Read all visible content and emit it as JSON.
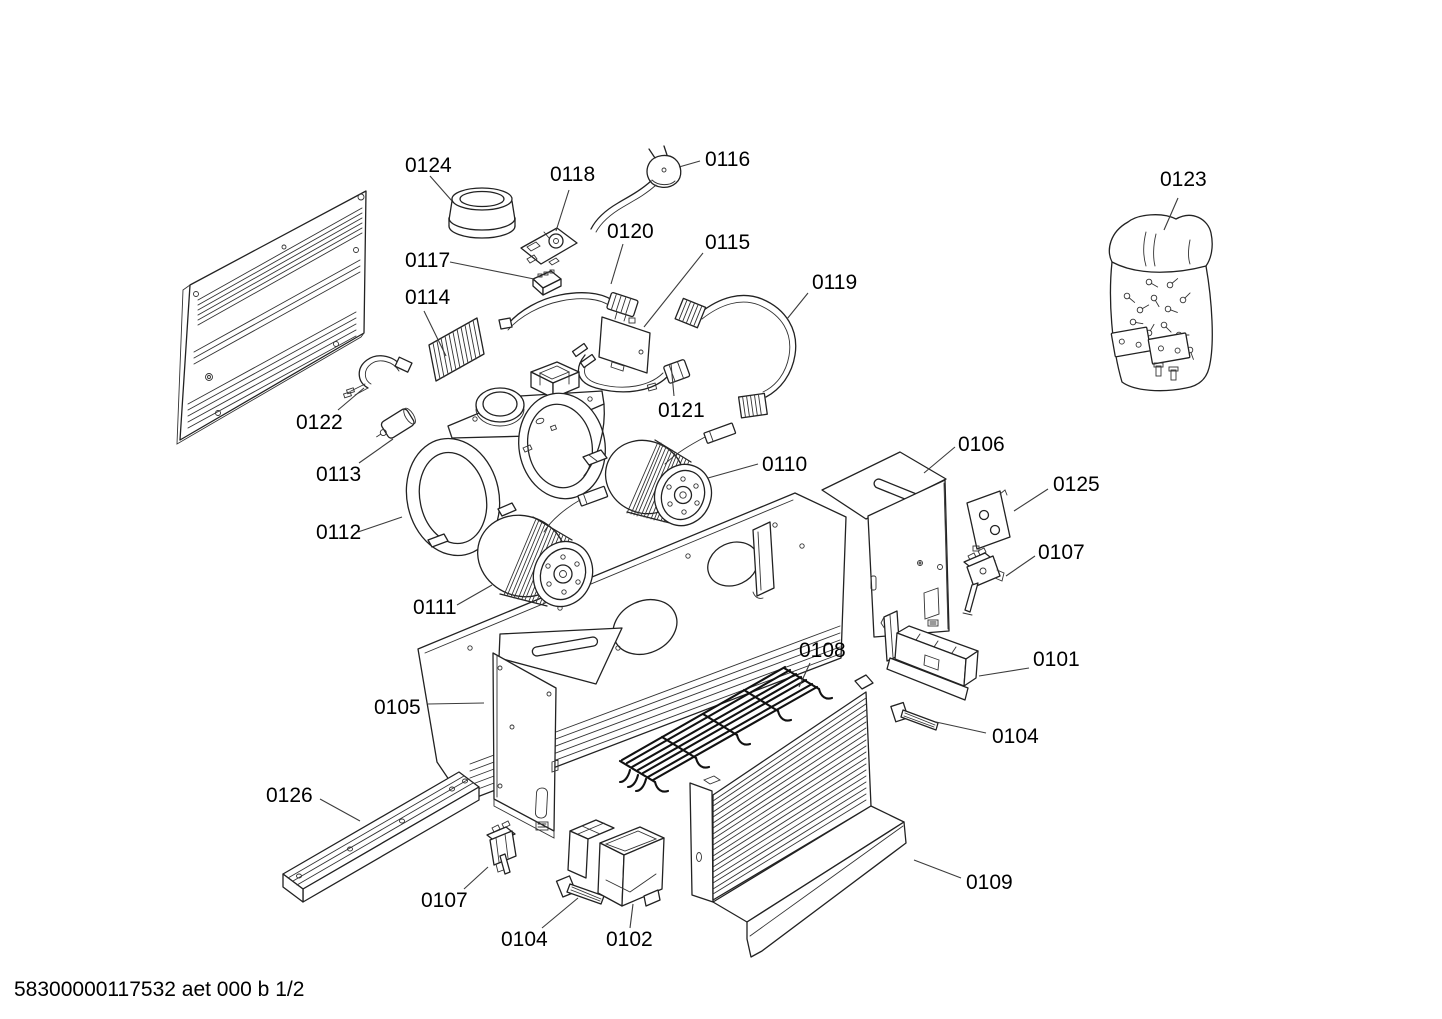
{
  "footer": {
    "code": "58300000117532 aet 000 b 1/2"
  },
  "labels": [
    {
      "text": "0124"
    },
    {
      "text": "0118"
    },
    {
      "text": "0116"
    },
    {
      "text": "0120"
    },
    {
      "text": "0115"
    },
    {
      "text": "0119"
    },
    {
      "text": "0117"
    },
    {
      "text": "0114"
    },
    {
      "text": "0123"
    },
    {
      "text": "0122"
    },
    {
      "text": "0121"
    },
    {
      "text": "0113"
    },
    {
      "text": "0110"
    },
    {
      "text": "0106"
    },
    {
      "text": "0125"
    },
    {
      "text": "0112"
    },
    {
      "text": "0107"
    },
    {
      "text": "0111"
    },
    {
      "text": "0108"
    },
    {
      "text": "0101"
    },
    {
      "text": "0105"
    },
    {
      "text": "0104"
    },
    {
      "text": "0126"
    },
    {
      "text": "0107"
    },
    {
      "text": "0109"
    },
    {
      "text": "0104"
    },
    {
      "text": "0102"
    }
  ],
  "colors": {
    "background": "#ffffff",
    "line": "#222222",
    "label": "#000000"
  }
}
